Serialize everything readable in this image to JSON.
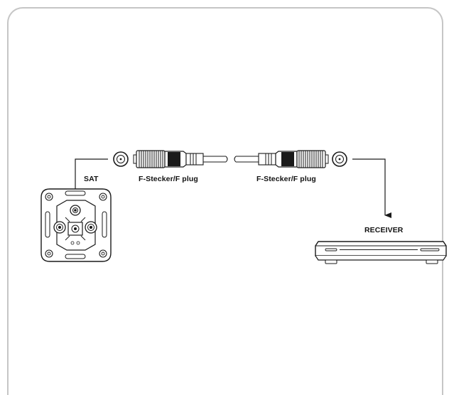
{
  "labels": {
    "sat": "SAT",
    "plug_left": "F-Stecker/F plug",
    "plug_right": "F-Stecker/F plug",
    "receiver": "RECEIVER"
  },
  "colors": {
    "line": "#1a1a1a",
    "frame": "#c6c6c6",
    "fill_dark": "#222222",
    "fill_light": "#ffffff"
  },
  "icons": [
    "coax-socket-icon",
    "f-plug-icon",
    "wall-antenna-socket-icon",
    "sat-receiver-icon",
    "arrow-down-icon"
  ]
}
